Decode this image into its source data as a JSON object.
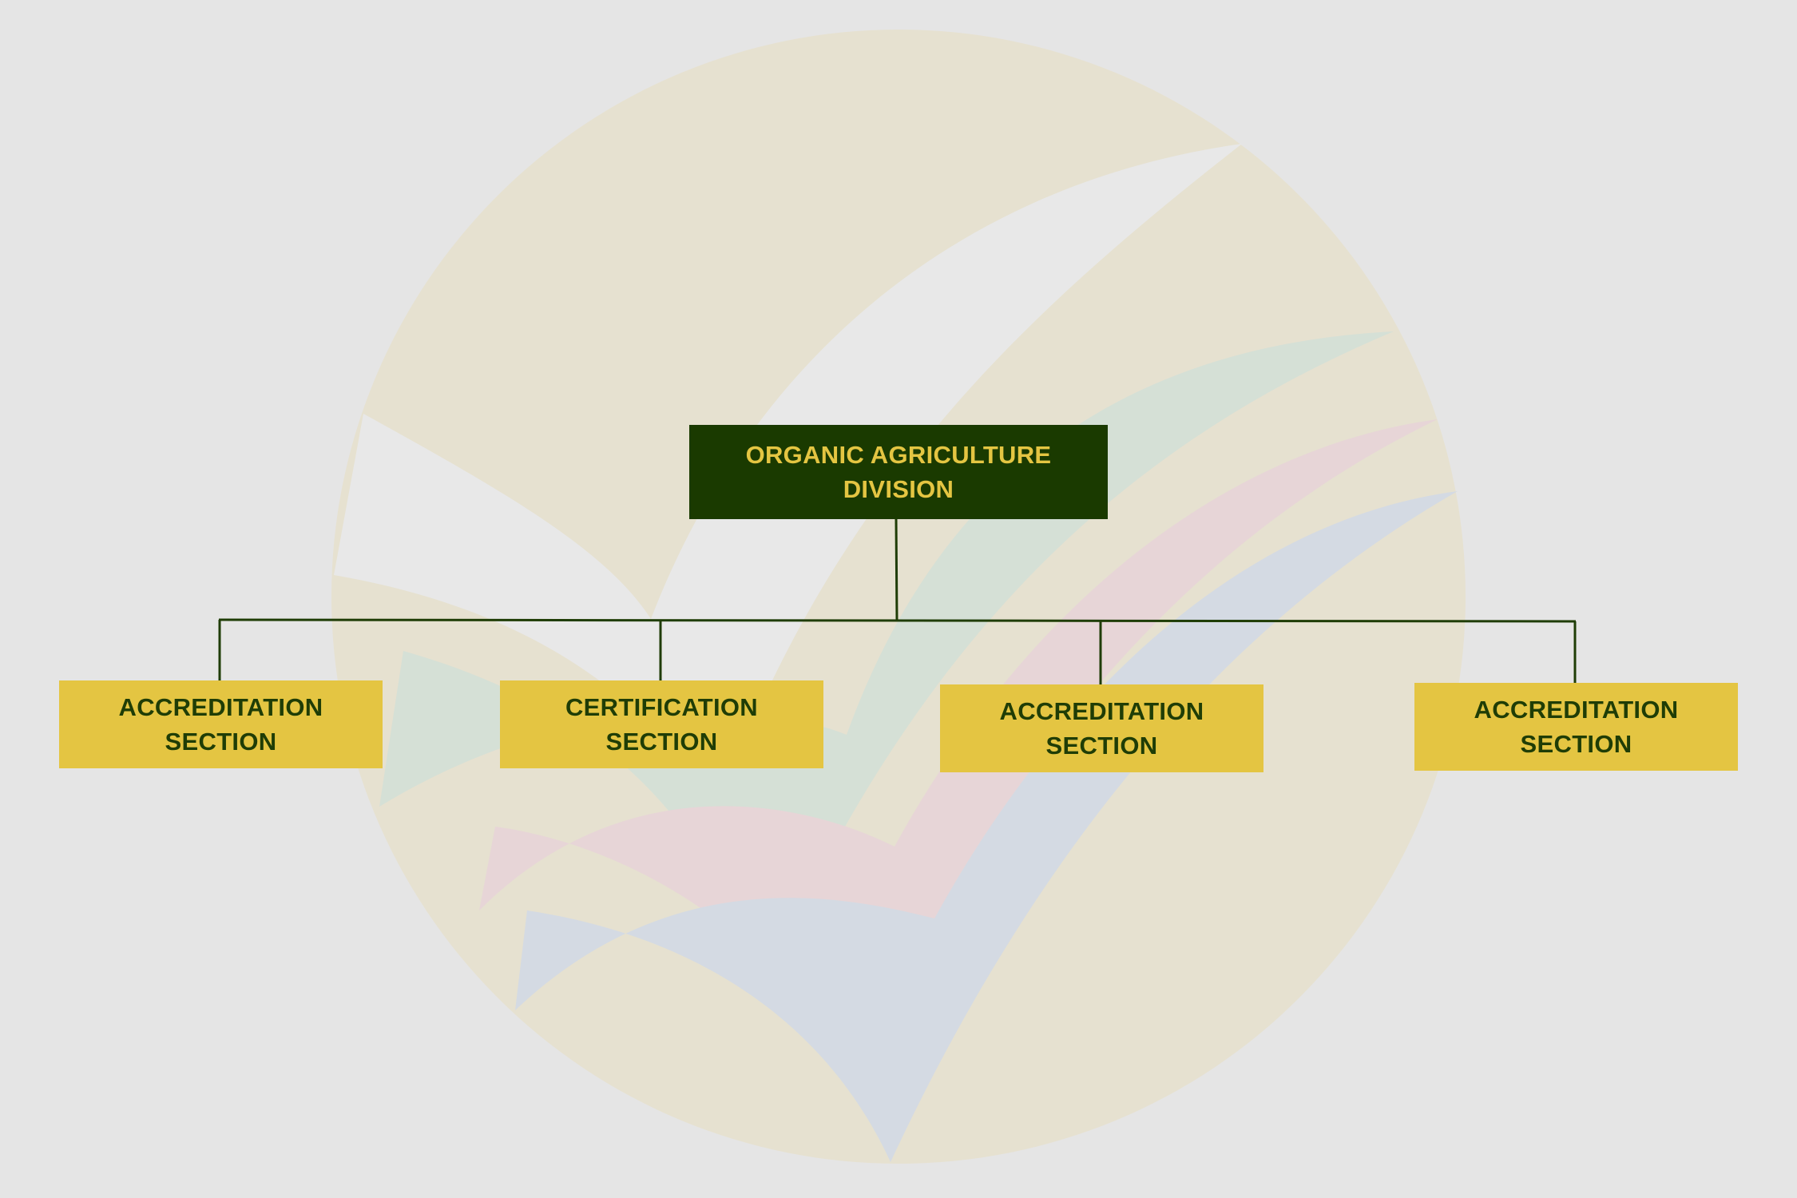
{
  "colors": {
    "background": "#e5e5e5",
    "root_fill": "#1a3a00",
    "root_text": "#e4c542",
    "child_fill": "#e4c542",
    "child_text": "#1f3d06",
    "connector": "#1f3d06",
    "watermark_circle": "#e6e1d0",
    "watermark_green": "#d5e0d6",
    "watermark_red": "#e7d5d7",
    "watermark_blue": "#d4dae3"
  },
  "org_chart": {
    "root": {
      "label": "ORGANIC AGRICULTURE\nDIVISION"
    },
    "children": [
      {
        "label": "ACCREDITATION\nSECTION"
      },
      {
        "label": "CERTIFICATION\nSECTION"
      },
      {
        "label": "ACCREDITATION\nSECTION"
      },
      {
        "label": "ACCREDITATION\nSECTION"
      }
    ]
  },
  "watermark": {
    "icon": "check-mark-logo-icon"
  }
}
